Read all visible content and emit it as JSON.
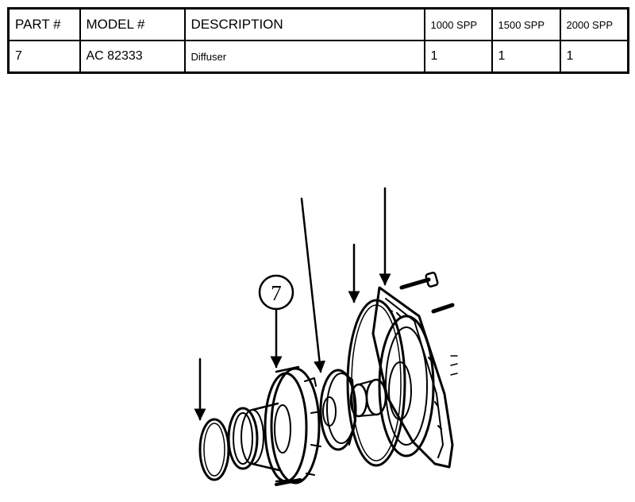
{
  "table": {
    "headers": [
      "PART #",
      "MODEL #",
      "DESCRIPTION",
      "1000 SPP",
      "1500 SPP",
      "2000 SPP"
    ],
    "rows": [
      [
        "7",
        "AC 82333",
        "Diffuser",
        "1",
        "1",
        "1"
      ]
    ]
  },
  "diagram": {
    "callout_label": "7"
  }
}
